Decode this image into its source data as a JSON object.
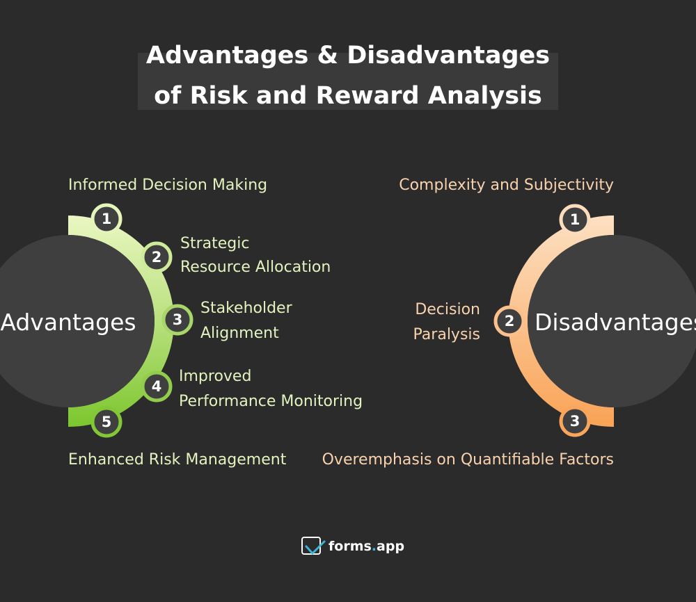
{
  "title": {
    "line1": "Advantages & Disadvantages",
    "line2": "of Risk and Reward Analysis"
  },
  "colors": {
    "background": "#2b2b2b",
    "circle": "#3f3f3f",
    "green_light": "#e6f6b8",
    "green_dark": "#7fc832",
    "orange_light": "#fcdcbc",
    "orange_dark": "#f9a65c"
  },
  "advantages": {
    "label": "Advantages",
    "items": [
      {
        "num": "1",
        "lines": [
          "Informed Decision Making"
        ]
      },
      {
        "num": "2",
        "lines": [
          "Strategic",
          "Resource Allocation"
        ]
      },
      {
        "num": "3",
        "lines": [
          "Stakeholder",
          "Alignment"
        ]
      },
      {
        "num": "4",
        "lines": [
          "Improved",
          "Performance Monitoring"
        ]
      },
      {
        "num": "5",
        "lines": [
          "Enhanced Risk Management"
        ]
      }
    ]
  },
  "disadvantages": {
    "label": "Disadvantages",
    "items": [
      {
        "num": "1",
        "lines": [
          "Complexity and Subjectivity"
        ]
      },
      {
        "num": "2",
        "lines": [
          "Decision",
          "Paralysis"
        ]
      },
      {
        "num": "3",
        "lines": [
          "Overemphasis on Quantifiable Factors"
        ]
      }
    ]
  },
  "logo": {
    "text_main": "forms",
    "text_dot": ".",
    "text_end": "app",
    "icon": "forms-app-logo-icon"
  }
}
